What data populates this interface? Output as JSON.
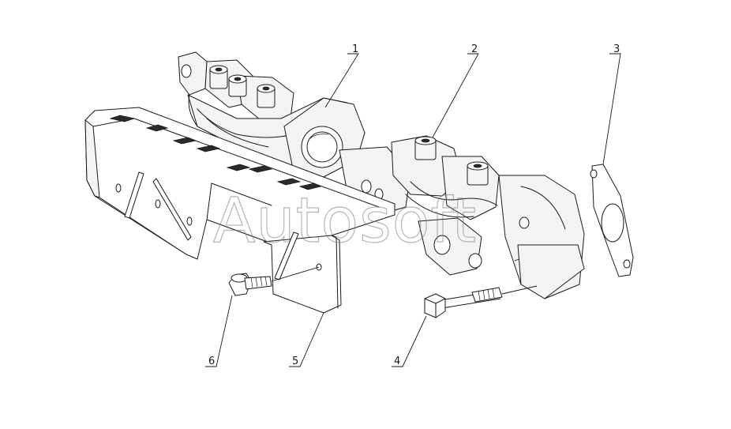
{
  "watermark": "Autosoft",
  "callouts": [
    {
      "id": "1",
      "label": "1"
    },
    {
      "id": "2",
      "label": "2"
    },
    {
      "id": "3",
      "label": "3"
    },
    {
      "id": "4",
      "label": "4"
    },
    {
      "id": "5",
      "label": "5"
    },
    {
      "id": "6",
      "label": "6"
    }
  ]
}
